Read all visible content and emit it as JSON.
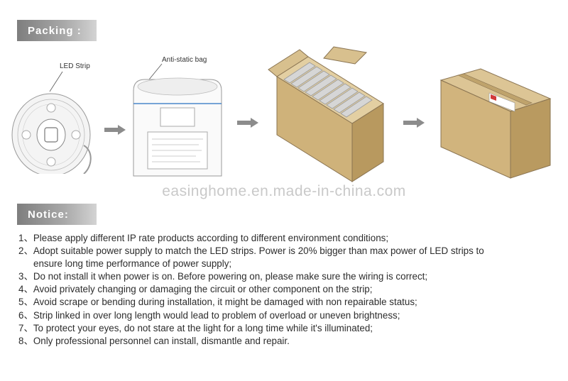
{
  "packing": {
    "title": "Packing :"
  },
  "illustrations": {
    "led_strip_label": "LED Strip",
    "antistatic_label": "Anti-static bag"
  },
  "watermark": "easinghome.en.made-in-china.com",
  "notice": {
    "title": "Notice:",
    "items": [
      {
        "line1": "1、Please apply different IP rate products according to different environment conditions;"
      },
      {
        "line1": "2、Adopt suitable power supply to match the LED strips. Power is 20% bigger than max power of LED strips to",
        "line2": "ensure  long time performance of power supply;"
      },
      {
        "line1": "3、Do not install it when power is on. Before powering on, please make sure the wiring is correct;"
      },
      {
        "line1": "4、Avoid privately  changing or damaging the circuit or other component on the strip;"
      },
      {
        "line1": "5、Avoid scrape or bending during installation, it might be damaged with non repairable status;"
      },
      {
        "line1": "6、Strip linked in over long length would lead to problem of overload or uneven brightness;"
      },
      {
        "line1": "7、To protect your eyes, do not stare at the light for a long time while it's illuminated;"
      },
      {
        "line1": "8、Only professional personnel can install, dismantle and repair."
      }
    ]
  }
}
